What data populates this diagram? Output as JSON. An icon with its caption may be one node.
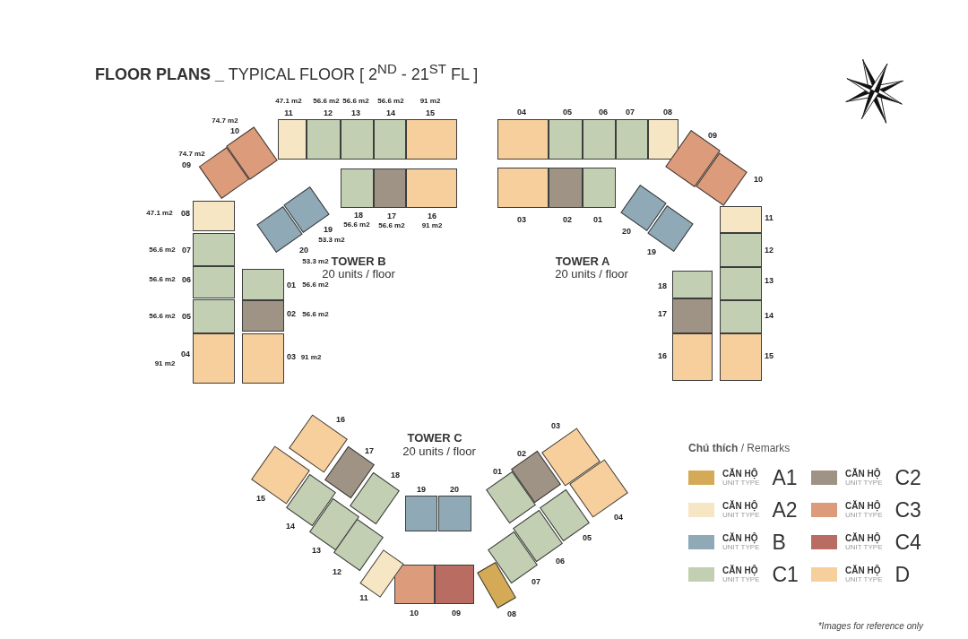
{
  "diagram": {
    "title": "**FLOOR PLANS _** TYPICAL FLOOR [ 2$^{ND}$ - 21$^{ST}$ FL ]",
    "caption": "*Images for reference only",
    "nodes": [
      {
        "text": [
          "01"
        ],
        "beside": [
          "56.6 m2"
        ]
      },
      {
        "text": [
          "02"
        ],
        "beside": [
          "56.6 m2"
        ]
      },
      {
        "text": [
          "03"
        ],
        "beside": [
          "91 m2"
        ]
      },
      {
        "text": [
          "04"
        ],
        "beside": [
          "91 m2"
        ]
      },
      {
        "text": [
          "05"
        ],
        "beside": [
          "56.6 m2"
        ]
      },
      {
        "text": [
          "06"
        ],
        "beside": [
          "56.6 m2"
        ]
      },
      {
        "text": [
          "07"
        ],
        "beside": [
          "56.6 m2"
        ]
      },
      {
        "text": [
          "08"
        ],
        "beside": [
          "47.1 m2"
        ]
      },
      {
        "text": [
          "09"
        ],
        "beside": [
          "74.7 m2"
        ]
      },
      {
        "text": [
          "10"
        ],
        "beside": [
          "74.7 m2"
        ]
      },
      {
        "text": [
          "11"
        ],
        "beside": [
          "47.1 m2"
        ]
      },
      {
        "text": [
          "12"
        ],
        "beside": [
          "56.6 m2"
        ]
      },
      {
        "text": [
          "13"
        ],
        "beside": [
          "56.6 m2"
        ]
      },
      {
        "text": [
          "14"
        ],
        "beside": [
          "56.6 m2"
        ]
      },
      {
        "text": [
          "15"
        ],
        "beside": [
          "91 m2"
        ]
      },
      {
        "text": [
          "16"
        ],
        "beside": [
          "91 m2"
        ]
      },
      {
        "text": [
          "17"
        ],
        "beside": [
          "56.6 m2"
        ]
      },
      {
        "text": [
          "18"
        ],
        "beside": [
          "56.6 m2"
        ]
      },
      {
        "text": [
          "19"
        ],
        "beside": [
          "53.3 m2"
        ]
      },
      {
        "text": [
          "20"
        ],
        "beside": [
          "53.3 m2"
        ]
      },
      {
        "text": [
          "01"
        ]
      },
      {
        "text": [
          "02"
        ]
      },
      {
        "text": [
          "03"
        ]
      },
      {
        "text": [
          "04"
        ]
      },
      {
        "text": [
          "05"
        ]
      },
      {
        "text": [
          "06"
        ]
      },
      {
        "text": [
          "07"
        ]
      },
      {
        "text": [
          "08"
        ]
      },
      {
        "text": [
          "09"
        ]
      },
      {
        "text": [
          "10"
        ]
      },
      {
        "text": [
          "11"
        ]
      },
      {
        "text": [
          "12"
        ]
      },
      {
        "text": [
          "13"
        ]
      },
      {
        "text": [
          "14"
        ]
      },
      {
        "text": [
          "15"
        ]
      },
      {
        "text": [
          "16"
        ]
      },
      {
        "text": [
          "17"
        ]
      },
      {
        "text": [
          "18"
        ]
      },
      {
        "text": [
          "19"
        ]
      },
      {
        "text": [
          "20"
        ]
      },
      {
        "text": [
          "01"
        ]
      },
      {
        "text": [
          "02"
        ]
      },
      {
        "text": [
          "03"
        ]
      },
      {
        "text": [
          "04"
        ]
      },
      {
        "text": [
          "05"
        ]
      },
      {
        "text": [
          "06"
        ]
      },
      {
        "text": [
          "07"
        ]
      },
      {
        "text": [
          "08"
        ]
      },
      {
        "text": [
          "09"
        ]
      },
      {
        "text": [
          "10"
        ]
      },
      {
        "text": [
          "11"
        ]
      },
      {
        "text": [
          "12"
        ]
      },
      {
        "text": [
          "13"
        ]
      },
      {
        "text": [
          "14"
        ]
      },
      {
        "text": [
          "15"
        ]
      },
      {
        "text": [
          "16"
        ]
      },
      {
        "text": [
          "17"
        ]
      },
      {
        "text": [
          "18"
        ]
      },
      {
        "text": [
          "19"
        ]
      },
      {
        "text": [
          "20"
        ]
      }
    ],
    "labels": [
      "TOWER B",
      "20 units / floor",
      "TOWER A",
      "20 units / floor",
      "TOWER C",
      "20 units / floor",
      "**Chú thích** / Remarks"
    ],
    "legend": [
      {
        "text": "CĂN HỘ UNIT TYPE A1",
        "color": "#d4aa56"
      },
      {
        "text": "CĂN HỘ UNIT TYPE C2",
        "color": "#9e9384"
      },
      {
        "text": "CĂN HỘ UNIT TYPE A2",
        "color": "#f6e6c3"
      },
      {
        "text": "CĂN HỘ UNIT TYPE C3",
        "color": "#dc9b7a"
      },
      {
        "text": "CĂN HỘ UNIT TYPE B",
        "color": "#8fa9b6"
      },
      {
        "text": "CĂN HỘ UNIT TYPE C4",
        "color": "#b96d62"
      },
      {
        "text": "CĂN HỘ UNIT TYPE C1",
        "color": "#c2cfb3"
      },
      {
        "text": "CĂN HỘ UNIT TYPE D",
        "color": "#f7cf9c"
      }
    ]
  }
}
